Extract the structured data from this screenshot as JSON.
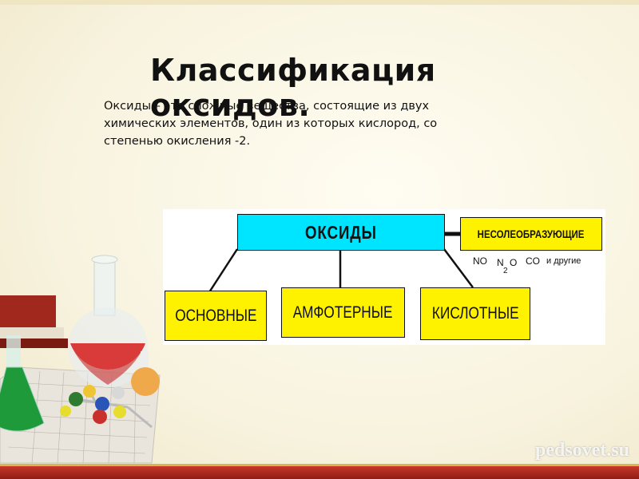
{
  "slide": {
    "title": "Классификация оксидов.",
    "definition": "Оксиды – это сложные вещества, состоящие из двух химических элементов, один из которых кислород, со степенью окисления -2."
  },
  "diagram": {
    "root": "ОКСИДЫ",
    "side": "НЕСОЛЕОБРАЗУЮЩИЕ",
    "side_examples": {
      "no": "NO",
      "n2o_n": "N",
      "n2o_sub": "2",
      "n2o_o": "O",
      "co": "CO",
      "others": "и другие"
    },
    "children": [
      "ОСНОВНЫЕ",
      "АМФОТЕРНЫЕ",
      "КИСЛОТНЫЕ"
    ]
  },
  "watermark": "pedsovet.su",
  "colors": {
    "root_box": "#00e5ff",
    "child_box": "#fff200",
    "background": "#f8f3df"
  }
}
